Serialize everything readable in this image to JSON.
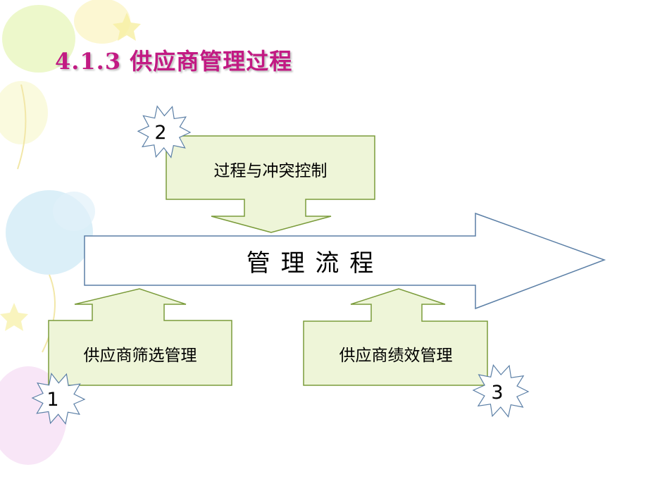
{
  "title": "4.1.3 供应商管理过程",
  "main_arrow_label": "管 理 流 程",
  "boxes": {
    "top": "过程与冲突控制",
    "bottom_left": "供应商筛选管理",
    "bottom_right": "供应商绩效管理"
  },
  "badges": {
    "top": "2",
    "bottom_left": "1",
    "bottom_right": "3"
  },
  "colors": {
    "title": "#c21a83",
    "box_fill": "#eef5d8",
    "box_stroke": "#7a9b3a",
    "arrow_stroke": "#5b7fa6"
  }
}
